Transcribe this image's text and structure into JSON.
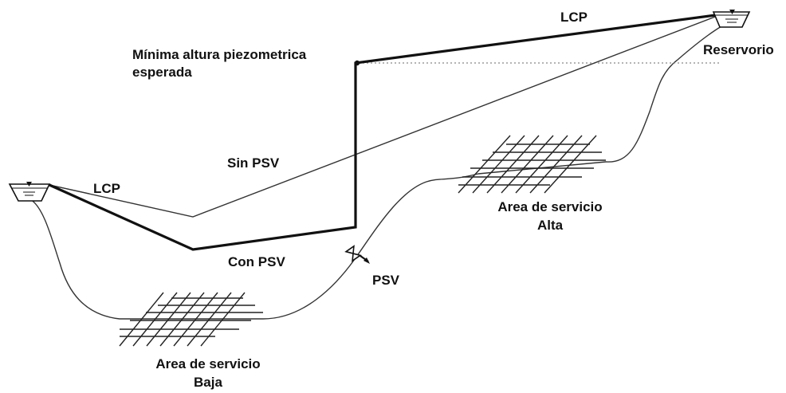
{
  "labels": {
    "lcp_top": "LCP",
    "reservoir": "Reservorio",
    "min_head_line1": "Mínima altura piezometrica",
    "min_head_line2": "esperada",
    "sin_psv": "Sin PSV",
    "lcp_left": "LCP",
    "con_psv": "Con PSV",
    "psv": "PSV",
    "high_area_line1": "Area de servicio",
    "high_area_line2": "Alta",
    "low_area_line1": "Area de servicio",
    "low_area_line2": "Baja"
  },
  "colors": {
    "ink": "#111111",
    "thin_line": "#333333",
    "dotted_line": "#888888",
    "background": "#ffffff"
  },
  "icons": {
    "left_tank": "reservoir-tank-icon",
    "right_tank": "reservoir-tank-icon",
    "valve": "pressure-sustaining-valve-icon"
  }
}
